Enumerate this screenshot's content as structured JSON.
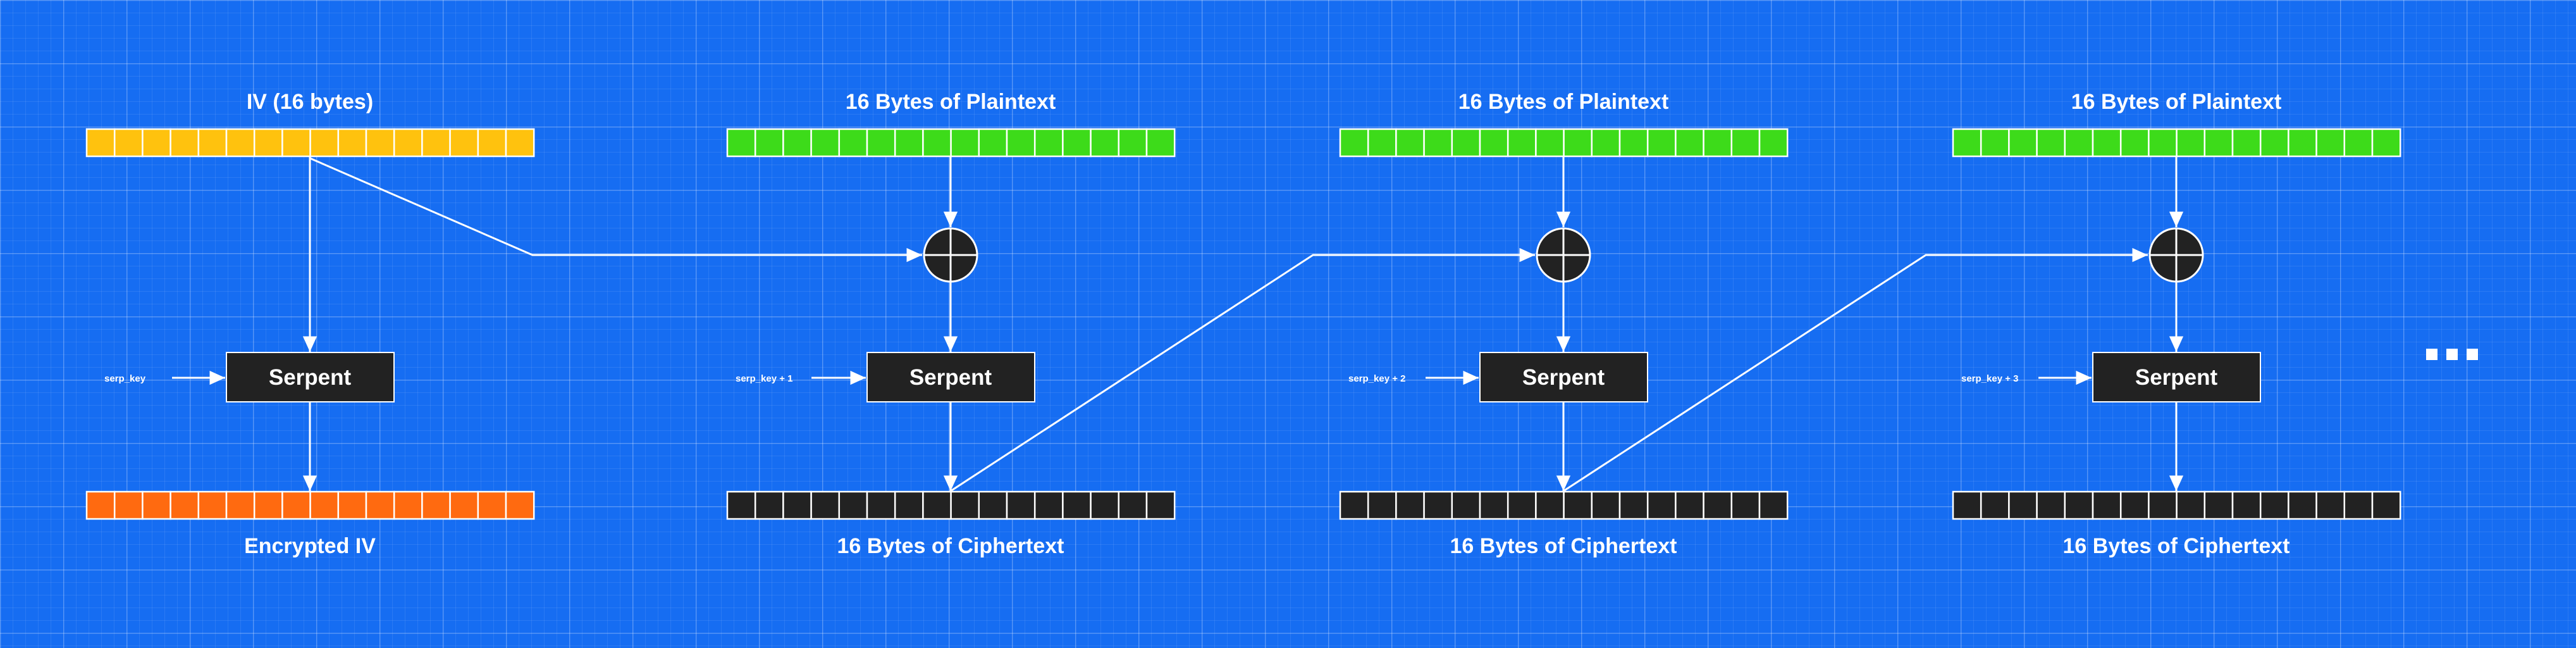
{
  "colors": {
    "background": "#166df2",
    "iv": "#ffc20e",
    "plaintext": "#3ddb1a",
    "encrypted_iv": "#ff6a10",
    "ciphertext": "#222222",
    "cipher_box": "#222222",
    "line": "#ffffff"
  },
  "iv_column": {
    "top_label": "IV (16 bytes)",
    "key_label": "serp_key",
    "cipher_label": "Serpent",
    "bottom_label": "Encrypted IV"
  },
  "blocks": [
    {
      "top_label": "16 Bytes of Plaintext",
      "key_label": "serp_key + 1",
      "cipher_label": "Serpent",
      "bottom_label": "16 Bytes of Ciphertext"
    },
    {
      "top_label": "16 Bytes of Plaintext",
      "key_label": "serp_key + 2",
      "cipher_label": "Serpent",
      "bottom_label": "16 Bytes of Ciphertext"
    },
    {
      "top_label": "16 Bytes of Plaintext",
      "key_label": "serp_key + 3",
      "cipher_label": "Serpent",
      "bottom_label": "16 Bytes of Ciphertext"
    }
  ],
  "byte_count": 16,
  "continuation_icon": "ellipsis-icon"
}
